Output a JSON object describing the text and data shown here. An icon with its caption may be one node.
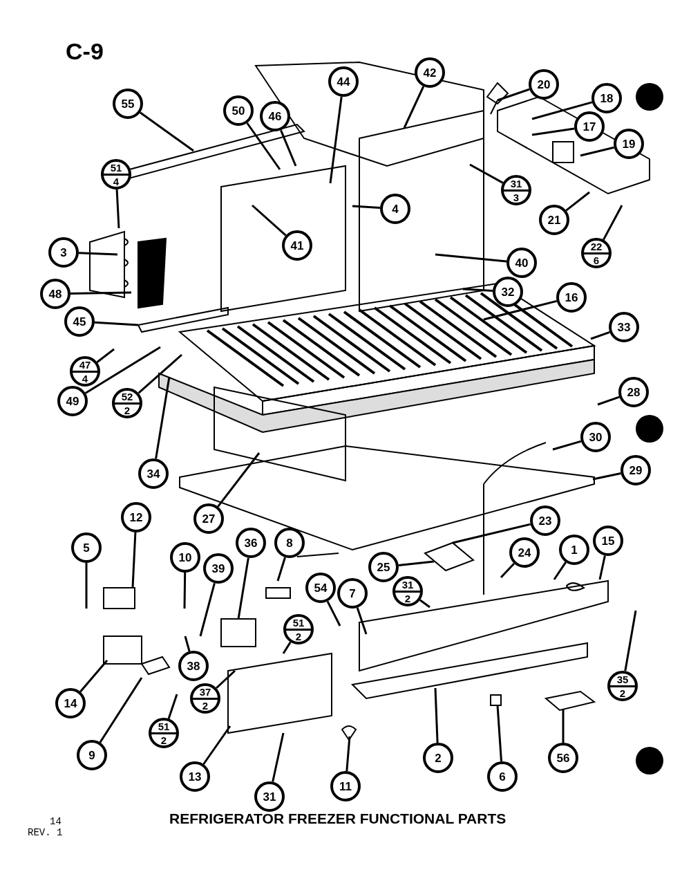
{
  "diagram": {
    "title": "REFRIGERATOR FREEZER FUNCTIONAL PARTS",
    "nodes": [
      {
        "text": [
          "55"
        ]
      },
      {
        "text": [
          "50"
        ]
      },
      {
        "text": [
          "46"
        ]
      },
      {
        "text": [
          "44"
        ]
      },
      {
        "text": [
          "42"
        ]
      },
      {
        "text": [
          "20"
        ]
      },
      {
        "text": [
          "18"
        ]
      },
      {
        "text": [
          "17"
        ]
      },
      {
        "text": [
          "19"
        ]
      },
      {
        "text": [
          "51",
          "4"
        ]
      },
      {
        "text": [
          "3"
        ]
      },
      {
        "text": [
          "41"
        ]
      },
      {
        "text": [
          "4"
        ]
      },
      {
        "text": [
          "31",
          "3"
        ]
      },
      {
        "text": [
          "21"
        ]
      },
      {
        "text": [
          "22",
          "6"
        ]
      },
      {
        "text": [
          "40"
        ]
      },
      {
        "text": [
          "48"
        ]
      },
      {
        "text": [
          "32"
        ]
      },
      {
        "text": [
          "16"
        ]
      },
      {
        "text": [
          "45"
        ]
      },
      {
        "text": [
          "33"
        ]
      },
      {
        "text": [
          "47",
          "4"
        ]
      },
      {
        "text": [
          "49"
        ]
      },
      {
        "text": [
          "52",
          "2"
        ]
      },
      {
        "text": [
          "28"
        ]
      },
      {
        "text": [
          "34"
        ]
      },
      {
        "text": [
          "30"
        ]
      },
      {
        "text": [
          "27"
        ]
      },
      {
        "text": [
          "29"
        ]
      },
      {
        "text": [
          "12"
        ]
      },
      {
        "text": [
          "5"
        ]
      },
      {
        "text": [
          "10"
        ]
      },
      {
        "text": [
          "36"
        ]
      },
      {
        "text": [
          "8"
        ]
      },
      {
        "text": [
          "39"
        ]
      },
      {
        "text": [
          "23"
        ]
      },
      {
        "text": [
          "24"
        ]
      },
      {
        "text": [
          "25"
        ]
      },
      {
        "text": [
          "1"
        ]
      },
      {
        "text": [
          "15"
        ]
      },
      {
        "text": [
          "31",
          "2"
        ]
      },
      {
        "text": [
          "54"
        ]
      },
      {
        "text": [
          "7"
        ]
      },
      {
        "text": [
          "51",
          "2"
        ]
      },
      {
        "text": [
          "38"
        ]
      },
      {
        "text": [
          "14"
        ]
      },
      {
        "text": [
          "37",
          "2"
        ]
      },
      {
        "text": [
          "51",
          "2"
        ]
      },
      {
        "text": [
          "35",
          "2"
        ]
      },
      {
        "text": [
          "9"
        ]
      },
      {
        "text": [
          "13"
        ]
      },
      {
        "text": [
          "31"
        ]
      },
      {
        "text": [
          "11"
        ]
      },
      {
        "text": [
          "2"
        ]
      },
      {
        "text": [
          "6"
        ]
      },
      {
        "text": [
          "56"
        ]
      }
    ],
    "edges": [
      {
        "from": 0,
        "to": null,
        "arrow": "none"
      },
      {
        "from": 1,
        "to": null,
        "arrow": "none"
      },
      {
        "from": 2,
        "to": null,
        "arrow": "none"
      },
      {
        "from": 3,
        "to": null,
        "arrow": "none"
      },
      {
        "from": 4,
        "to": null,
        "arrow": "none"
      },
      {
        "from": 5,
        "to": null,
        "arrow": "none"
      },
      {
        "from": 6,
        "to": null,
        "arrow": "none"
      },
      {
        "from": 7,
        "to": null,
        "arrow": "none"
      },
      {
        "from": 8,
        "to": null,
        "arrow": "none"
      },
      {
        "from": 9,
        "to": null,
        "arrow": "none"
      },
      {
        "from": 10,
        "to": null,
        "arrow": "none"
      },
      {
        "from": 11,
        "to": null,
        "arrow": "none"
      },
      {
        "from": 12,
        "to": null,
        "arrow": "none"
      },
      {
        "from": 13,
        "to": null,
        "arrow": "none"
      },
      {
        "from": 14,
        "to": null,
        "arrow": "none"
      },
      {
        "from": 15,
        "to": null,
        "arrow": "none"
      },
      {
        "from": 16,
        "to": null,
        "arrow": "none"
      },
      {
        "from": 17,
        "to": null,
        "arrow": "none"
      },
      {
        "from": 18,
        "to": null,
        "arrow": "none"
      },
      {
        "from": 19,
        "to": null,
        "arrow": "none"
      },
      {
        "from": 20,
        "to": null,
        "arrow": "none"
      },
      {
        "from": 21,
        "to": null,
        "arrow": "none"
      },
      {
        "from": 22,
        "to": null,
        "arrow": "none"
      },
      {
        "from": 23,
        "to": null,
        "arrow": "none"
      },
      {
        "from": 24,
        "to": null,
        "arrow": "none"
      },
      {
        "from": 25,
        "to": null,
        "arrow": "none"
      },
      {
        "from": 26,
        "to": null,
        "arrow": "none"
      },
      {
        "from": 27,
        "to": null,
        "arrow": "none"
      },
      {
        "from": 28,
        "to": null,
        "arrow": "none"
      },
      {
        "from": 29,
        "to": null,
        "arrow": "none"
      },
      {
        "from": 30,
        "to": null,
        "arrow": "none"
      },
      {
        "from": 31,
        "to": null,
        "arrow": "none"
      },
      {
        "from": 32,
        "to": null,
        "arrow": "none"
      },
      {
        "from": 33,
        "to": null,
        "arrow": "none"
      },
      {
        "from": 34,
        "to": null,
        "arrow": "none"
      },
      {
        "from": 35,
        "to": null,
        "arrow": "none"
      },
      {
        "from": 36,
        "to": null,
        "arrow": "none"
      },
      {
        "from": 37,
        "to": null,
        "arrow": "none"
      },
      {
        "from": 38,
        "to": null,
        "arrow": "none"
      },
      {
        "from": 39,
        "to": null,
        "arrow": "none"
      },
      {
        "from": 40,
        "to": null,
        "arrow": "none"
      },
      {
        "from": 41,
        "to": null,
        "arrow": "none"
      },
      {
        "from": 42,
        "to": null,
        "arrow": "none"
      },
      {
        "from": 43,
        "to": null,
        "arrow": "none"
      },
      {
        "from": 44,
        "to": null,
        "arrow": "none"
      },
      {
        "from": 45,
        "to": null,
        "arrow": "none"
      },
      {
        "from": 46,
        "to": null,
        "arrow": "none"
      },
      {
        "from": 47,
        "to": null,
        "arrow": "none"
      },
      {
        "from": 48,
        "to": null,
        "arrow": "none"
      },
      {
        "from": 49,
        "to": null,
        "arrow": "none"
      },
      {
        "from": 50,
        "to": null,
        "arrow": "none"
      },
      {
        "from": 51,
        "to": null,
        "arrow": "none"
      },
      {
        "from": 52,
        "to": null,
        "arrow": "none"
      },
      {
        "from": 53,
        "to": null,
        "arrow": "none"
      },
      {
        "from": 54,
        "to": null,
        "arrow": "none"
      },
      {
        "from": 55,
        "to": null,
        "arrow": "none"
      },
      {
        "from": 56,
        "to": null,
        "arrow": "none"
      }
    ],
    "labels": [
      "C-9",
      "14",
      "REV. 1"
    ]
  }
}
